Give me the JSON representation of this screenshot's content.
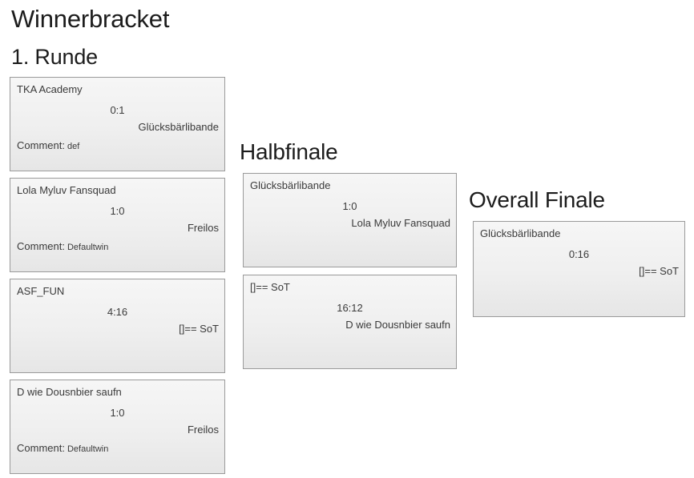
{
  "title": "Winnerbracket",
  "colors": {
    "page_background": "#ffffff",
    "box_border": "#9a9a9a",
    "box_background_top": "#f6f6f6",
    "box_background_bottom": "#e6e6e6",
    "heading_text": "#1c1c1c",
    "body_text": "#3a3a3a"
  },
  "rounds": [
    {
      "label": "1. Runde",
      "matches": [
        {
          "team1": "TKA Academy",
          "score": "0:1",
          "team2": "Glücksbärlibande",
          "comment_label": "Comment:",
          "comment": "def"
        },
        {
          "team1": "Lola Myluv Fansquad",
          "score": "1:0",
          "team2": "Freilos",
          "comment_label": "Comment:",
          "comment": "Defaultwin"
        },
        {
          "team1": "ASF_FUN",
          "score": "4:16",
          "team2": "[]== SoT"
        },
        {
          "team1": "D wie Dousnbier saufn",
          "score": "1:0",
          "team2": "Freilos",
          "comment_label": "Comment:",
          "comment": "Defaultwin"
        }
      ]
    },
    {
      "label": "Halbfinale",
      "matches": [
        {
          "team1": "Glücksbärlibande",
          "score": "1:0",
          "team2": "Lola Myluv Fansquad"
        },
        {
          "team1": "[]== SoT",
          "score": "16:12",
          "team2": "D wie Dousnbier saufn"
        }
      ]
    },
    {
      "label": "Overall Finale",
      "matches": [
        {
          "team1": "Glücksbärlibande",
          "score": "0:16",
          "team2": "[]== SoT"
        }
      ]
    }
  ]
}
